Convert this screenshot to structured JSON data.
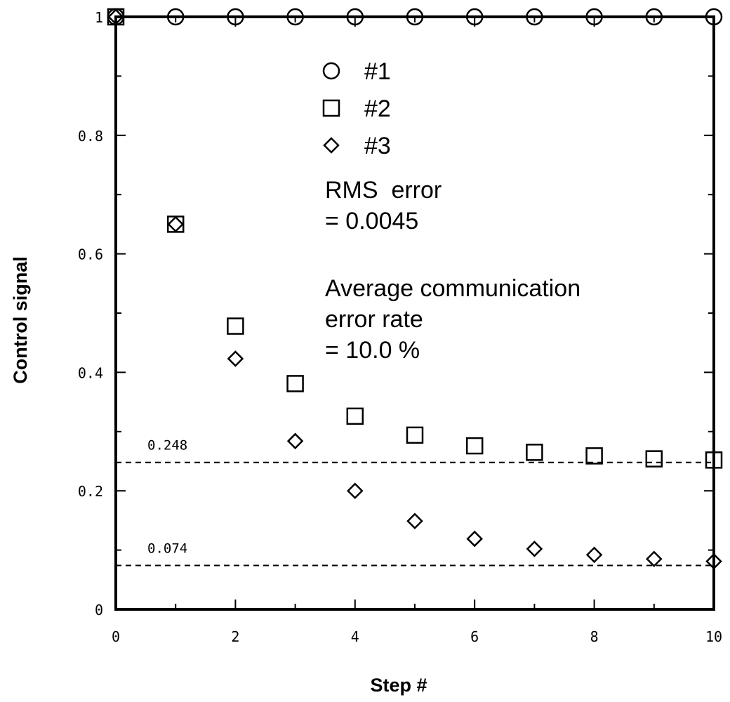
{
  "chart_data": {
    "type": "scatter",
    "xlabel": "Step #",
    "ylabel": "Control signal",
    "xlim": [
      0,
      10
    ],
    "ylim": [
      0,
      1
    ],
    "x_ticks": [
      "0",
      "2",
      "4",
      "6",
      "8",
      "10"
    ],
    "y_ticks": [
      "0",
      "0.2",
      "0.4",
      "0.6",
      "0.8",
      "1"
    ],
    "grid": false,
    "legend_position": "top-center",
    "series": [
      {
        "name": "#1",
        "marker": "circle",
        "x": [
          0,
          1,
          2,
          3,
          4,
          5,
          6,
          7,
          8,
          9,
          10
        ],
        "y": [
          1,
          1,
          1,
          1,
          1,
          1,
          1,
          1,
          1,
          1,
          1
        ]
      },
      {
        "name": "#2",
        "marker": "square",
        "x": [
          0,
          1,
          2,
          3,
          4,
          5,
          6,
          7,
          8,
          9,
          10
        ],
        "y": [
          1,
          0.65,
          0.478,
          0.381,
          0.326,
          0.294,
          0.276,
          0.265,
          0.259,
          0.254,
          0.252
        ]
      },
      {
        "name": "#3",
        "marker": "diamond",
        "x": [
          0,
          1,
          2,
          3,
          4,
          5,
          6,
          7,
          8,
          9,
          10
        ],
        "y": [
          1,
          0.65,
          0.423,
          0.284,
          0.2,
          0.149,
          0.119,
          0.102,
          0.092,
          0.085,
          0.081
        ]
      }
    ],
    "reference_lines": [
      {
        "y": 0.248,
        "label": "0.248",
        "style": "dashed"
      },
      {
        "y": 0.074,
        "label": "0.074",
        "style": "dashed"
      }
    ],
    "annotations": [
      {
        "lines": [
          "RMS  error",
          "= 0.0045"
        ]
      },
      {
        "lines": [
          "Average communication",
          "error rate",
          "= 10.0 %"
        ]
      }
    ]
  }
}
